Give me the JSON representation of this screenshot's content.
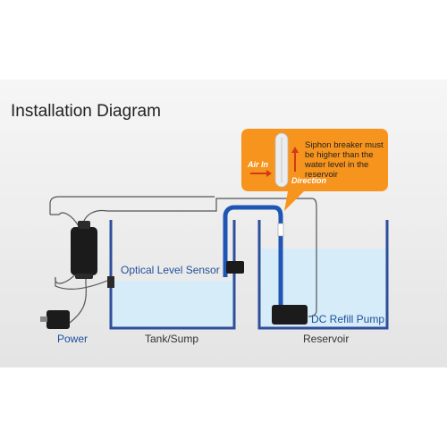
{
  "title": "Installation Diagram",
  "callout": {
    "note": "Siphon breaker must be higher than the water level in the reservoir",
    "air_in": "Air In",
    "direction": "Direction"
  },
  "labels": {
    "sensor": "Optical Level Sensor",
    "pump": "DC Refill Pump",
    "power": "Power",
    "tank": "Tank/Sump",
    "reservoir": "Reservoir"
  },
  "colors": {
    "callout_fill": "#f7941d",
    "water": "#d6ecf8",
    "tank_wall": "#2d4f9c",
    "tube": "#1f56b4",
    "cable": "#555555",
    "device": "#1b1b1b"
  }
}
